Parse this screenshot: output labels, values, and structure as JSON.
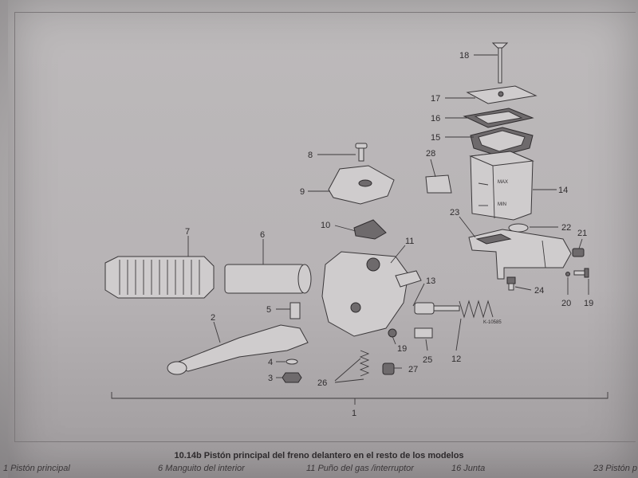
{
  "figure": {
    "caption": "10.14b Pistón principal del freno delantero en el resto de los modelos",
    "stamp": "K-10585"
  },
  "callouts": [
    "1",
    "2",
    "3",
    "4",
    "5",
    "6",
    "7",
    "8",
    "9",
    "10",
    "11",
    "12",
    "13",
    "14",
    "15",
    "16",
    "17",
    "18",
    "19",
    "19",
    "20",
    "21",
    "22",
    "23",
    "24",
    "25",
    "26",
    "27",
    "28"
  ],
  "scale_labels": [
    "MAX",
    "MIN"
  ],
  "legend": [
    "1 Pistón principal",
    "6 Manguito del interior",
    "11 Puño del gas /interruptor",
    "16 Junta",
    "23 Pistón p"
  ]
}
